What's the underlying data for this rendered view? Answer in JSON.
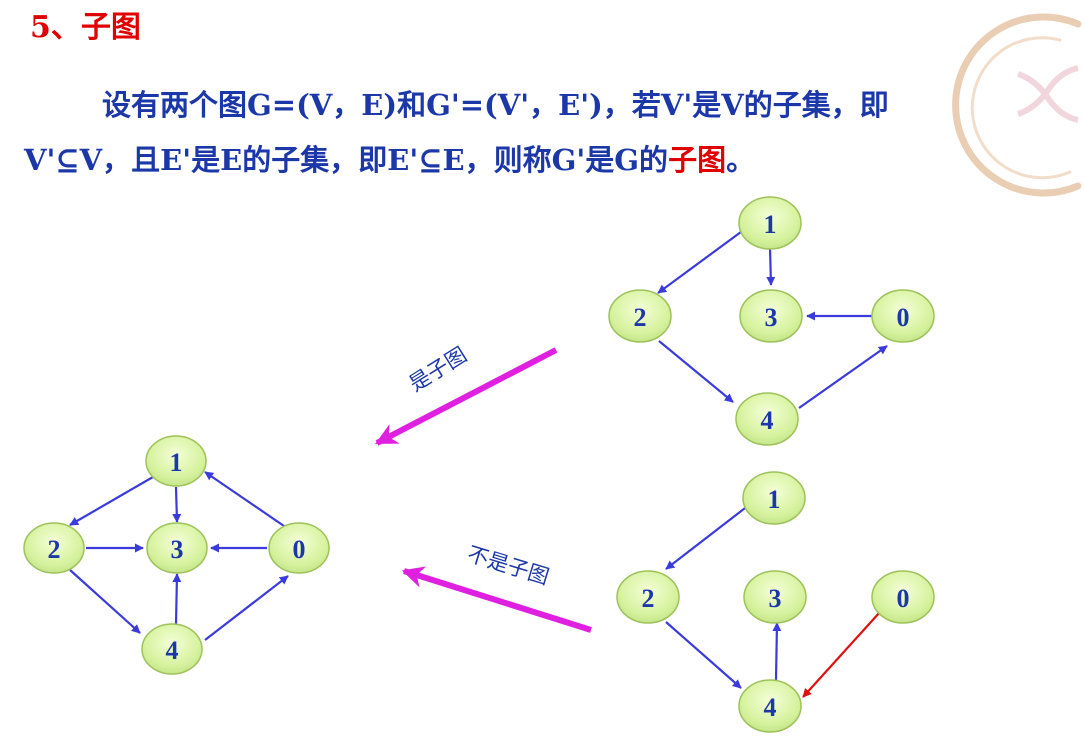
{
  "heading": "5、子图",
  "definition": {
    "line1": "设有两个图G=(V，E)和G'=(V'，E')，若V'是V的子集，即",
    "line2_before": "V'⊆V，且E'是E的子集，即E'⊆E，则称G'是G的",
    "line2_term": "子图",
    "line2_end": "。"
  },
  "arrow_labels": {
    "subgraph": "是子图",
    "not_subgraph": "不是子图"
  },
  "graphs": {
    "main": {
      "nodes": [
        "1",
        "2",
        "3",
        "0",
        "4"
      ],
      "edges": [
        [
          "1",
          "2"
        ],
        [
          "1",
          "3"
        ],
        [
          "2",
          "3"
        ],
        [
          "0",
          "3"
        ],
        [
          "0",
          "1"
        ],
        [
          "2",
          "4"
        ],
        [
          "4",
          "3"
        ],
        [
          "4",
          "0"
        ]
      ]
    },
    "subgraph_example": {
      "nodes": [
        "1",
        "2",
        "3",
        "0",
        "4"
      ],
      "edges": [
        [
          "1",
          "2"
        ],
        [
          "1",
          "3"
        ],
        [
          "0",
          "3"
        ],
        [
          "2",
          "4"
        ],
        [
          "4",
          "0"
        ]
      ]
    },
    "non_subgraph_example": {
      "nodes": [
        "1",
        "2",
        "3",
        "0",
        "4"
      ],
      "edges": [
        [
          "1",
          "2"
        ],
        [
          "2",
          "4"
        ],
        [
          "4",
          "3"
        ],
        [
          "0",
          "4"
        ]
      ],
      "invalid_edge": [
        "0",
        "4"
      ]
    }
  },
  "colors": {
    "heading": "#e00000",
    "text": "#1c38a8",
    "edge": "#3b3bdc",
    "invalid_edge": "#e01010",
    "node_fill": "#dcf5a6",
    "node_stroke": "#9ec25a",
    "arrow": "#e020e0"
  }
}
